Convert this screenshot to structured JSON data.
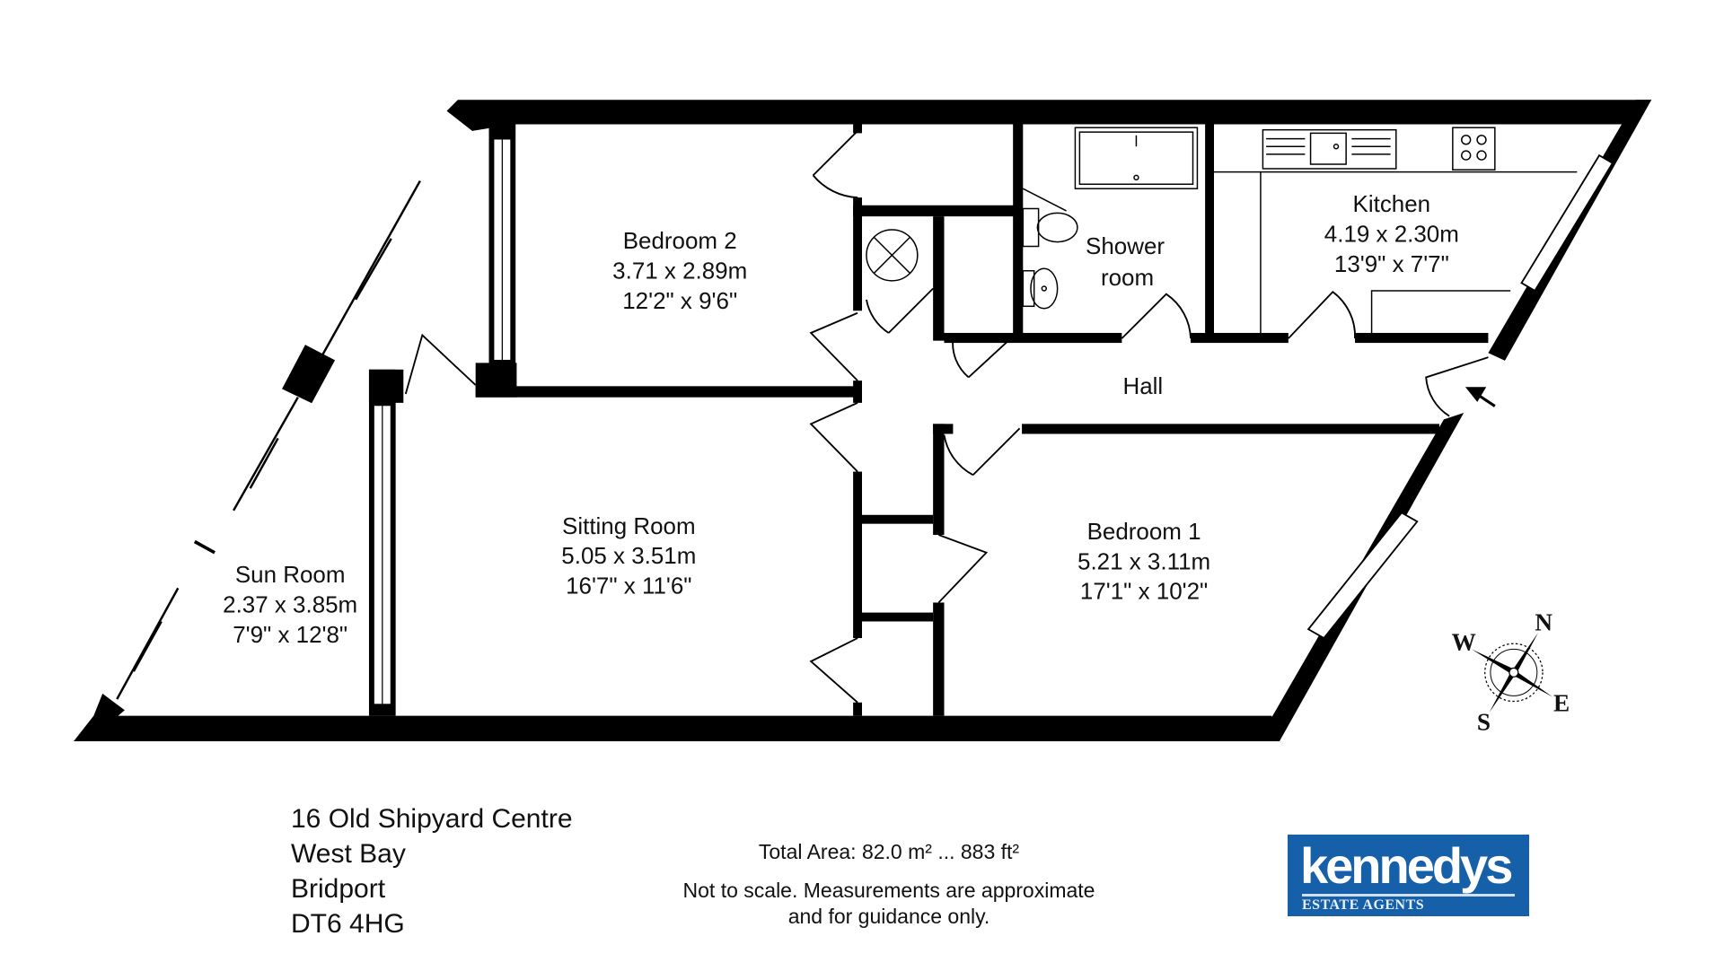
{
  "rooms": {
    "bedroom2": {
      "name": "Bedroom 2",
      "metric": "3.71 x 2.89m",
      "imperial": "12'2\" x 9'6\""
    },
    "shower": {
      "name1": "Shower",
      "name2": "room"
    },
    "kitchen": {
      "name": "Kitchen",
      "metric": "4.19 x 2.30m",
      "imperial": "13'9\" x 7'7\""
    },
    "hall": {
      "name": "Hall"
    },
    "sitting": {
      "name": "Sitting Room",
      "metric": "5.05 x 3.51m",
      "imperial": "16'7\" x 11'6\""
    },
    "bedroom1": {
      "name": "Bedroom 1",
      "metric": "5.21 x 3.11m",
      "imperial": "17'1\" x 10'2\""
    },
    "sunroom": {
      "name": "Sun Room",
      "metric": "2.37 x 3.85m",
      "imperial": "7'9\" x 12'8\""
    }
  },
  "compass": {
    "n": "N",
    "e": "E",
    "s": "S",
    "w": "W"
  },
  "address": {
    "line1": "16 Old Shipyard Centre",
    "line2": "West Bay",
    "line3": "Bridport",
    "line4": "DT6 4HG"
  },
  "total_area": "Total Area: 82.0 m² ... 883 ft²",
  "disclaimer": {
    "line1": "Not to scale. Measurements are approximate",
    "line2": "and for guidance only."
  },
  "logo": {
    "brand": "kennedys",
    "sub": "ESTATE AGENTS",
    "color": "#1560a8"
  }
}
